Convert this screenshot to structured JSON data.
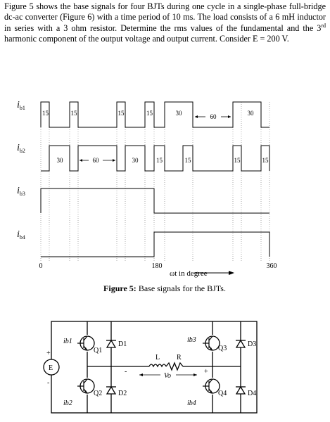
{
  "problem": {
    "text_before_sup": "Figure 5 shows the base signals for four BJTs during one cycle in a single-phase full-bridge dc-ac converter (Figure 6) with a time period of 10 ms.  The load consists of a 6 mH inductor in series with a 3 ohm resistor.  Determine the rms values of the fundamental and the 3",
    "sup": "rd",
    "text_after_sup": " harmonic component of the output voltage and output current. Consider E = 200 V."
  },
  "figure5": {
    "signal_labels": [
      "i",
      "i",
      "i",
      "i"
    ],
    "signal_subs": [
      "b1",
      "b2",
      "b3",
      "b4"
    ],
    "pulse_labels_b1": [
      "15",
      "15",
      "15",
      "15",
      "30",
      "60",
      "30"
    ],
    "pulse_labels_b2": [
      "30",
      "60",
      "30",
      "15",
      "15",
      "15",
      "15"
    ],
    "axis_ticks": [
      "0",
      "180",
      "360"
    ],
    "axis_label": "ωt in degree",
    "caption_bold": "Figure 5:",
    "caption_rest": " Base signals for the BJTs."
  },
  "figure6": {
    "transistors": [
      "Q1",
      "Q2",
      "Q3",
      "Q4"
    ],
    "diodes": [
      "D1",
      "D2",
      "D3",
      "D4"
    ],
    "base_currents": [
      "ib1",
      "ib2",
      "ib3",
      "ib4"
    ],
    "source_label": "E",
    "source_plus": "+",
    "source_minus": "-",
    "inductor_label": "L",
    "resistor_label": "R",
    "output_voltage": "Vo",
    "vo_minus": "-",
    "vo_plus": "+"
  }
}
